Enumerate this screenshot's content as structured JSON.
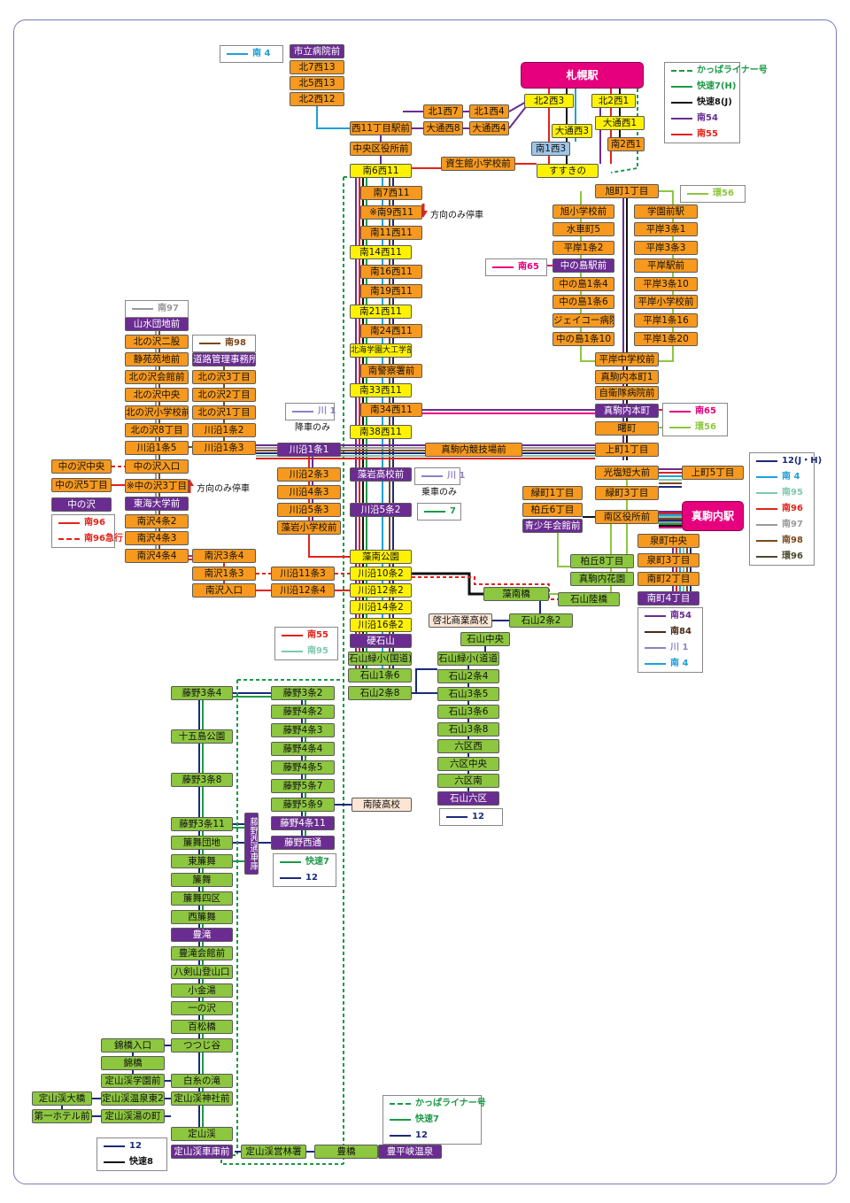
{
  "hub_sapporo": "札幌駅",
  "hub_makomanai": "真駒内駅",
  "notes": {
    "n9": "方向のみ停車",
    "kawazoi": "降車のみ",
    "joryo": "乗車のみ",
    "kitanozawa": "方向のみ停車"
  },
  "colors": {
    "orange": "#f6991e",
    "yellow": "#fff200",
    "green": "#8dc63f",
    "purple": "#6a2c91",
    "pink": "#e6007e"
  },
  "stations": [
    {
      "t": "市立病院前",
      "c": "p"
    },
    {
      "t": "北7西13",
      "c": "o"
    },
    {
      "t": "北5西13",
      "c": "o"
    },
    {
      "t": "北2西12",
      "c": "o"
    },
    {
      "t": "北1西7",
      "c": "o"
    },
    {
      "t": "北1西4",
      "c": "o"
    },
    {
      "t": "大通西8",
      "c": "o"
    },
    {
      "t": "大通西4",
      "c": "o"
    },
    {
      "t": "西11丁目駅前",
      "c": "o"
    },
    {
      "t": "中央区役所前",
      "c": "o"
    },
    {
      "t": "北2西3",
      "c": "y"
    },
    {
      "t": "北2西1",
      "c": "y"
    },
    {
      "t": "大通西3",
      "c": "y"
    },
    {
      "t": "大通西1",
      "c": "y"
    },
    {
      "t": "南1西3",
      "c": "b"
    },
    {
      "t": "南2西1",
      "c": "o"
    },
    {
      "t": "南6西11",
      "c": "y"
    },
    {
      "t": "資生館小学校前",
      "c": "o"
    },
    {
      "t": "すすきの",
      "c": "y"
    },
    {
      "t": "南7西11",
      "c": "o"
    },
    {
      "t": "※南9西11",
      "c": "o"
    },
    {
      "t": "南11西11",
      "c": "o"
    },
    {
      "t": "南14西11",
      "c": "y"
    },
    {
      "t": "南16西11",
      "c": "o"
    },
    {
      "t": "南19西11",
      "c": "o"
    },
    {
      "t": "南21西11",
      "c": "y"
    },
    {
      "t": "南24西11",
      "c": "o"
    },
    {
      "t": "北海学園大工学部前",
      "c": "y"
    },
    {
      "t": "南警察署前",
      "c": "o"
    },
    {
      "t": "南33西11",
      "c": "y"
    },
    {
      "t": "南34西11",
      "c": "o"
    },
    {
      "t": "南38西11",
      "c": "y"
    },
    {
      "t": "旭町1丁目",
      "c": "o"
    },
    {
      "t": "旭小学校前",
      "c": "o"
    },
    {
      "t": "学園前駅",
      "c": "o"
    },
    {
      "t": "水車町5",
      "c": "o"
    },
    {
      "t": "平岸3条1",
      "c": "o"
    },
    {
      "t": "平岸1条2",
      "c": "o"
    },
    {
      "t": "平岸3条3",
      "c": "o"
    },
    {
      "t": "中の島駅前",
      "c": "p"
    },
    {
      "t": "平岸駅前",
      "c": "o"
    },
    {
      "t": "中の島1条4",
      "c": "o"
    },
    {
      "t": "平岸3条10",
      "c": "o"
    },
    {
      "t": "中の島1条6",
      "c": "o"
    },
    {
      "t": "平岸小学校前",
      "c": "o"
    },
    {
      "t": "ジェイコー病院前",
      "c": "o"
    },
    {
      "t": "平岸1条16",
      "c": "o"
    },
    {
      "t": "中の島1条10",
      "c": "o"
    },
    {
      "t": "平岸1条20",
      "c": "o"
    },
    {
      "t": "平岸中学校前",
      "c": "o"
    },
    {
      "t": "真駒内本町1",
      "c": "o"
    },
    {
      "t": "自衛隊病院前",
      "c": "o"
    },
    {
      "t": "真駒内本町",
      "c": "p"
    },
    {
      "t": "曙町",
      "c": "o"
    },
    {
      "t": "上町1丁目",
      "c": "o"
    },
    {
      "t": "光塩短大前",
      "c": "o"
    },
    {
      "t": "上町5丁目",
      "c": "o"
    },
    {
      "t": "緑町1丁目",
      "c": "o"
    },
    {
      "t": "緑町3丁目",
      "c": "o"
    },
    {
      "t": "柏丘6丁目",
      "c": "o"
    },
    {
      "t": "青少年会館前",
      "c": "p"
    },
    {
      "t": "南区役所前",
      "c": "o"
    },
    {
      "t": "泉町中央",
      "c": "o"
    },
    {
      "t": "泉町3丁目",
      "c": "o"
    },
    {
      "t": "柏丘8丁目",
      "c": "g"
    },
    {
      "t": "真駒内花園",
      "c": "g"
    },
    {
      "t": "南町2丁目",
      "c": "o"
    },
    {
      "t": "南町4丁目",
      "c": "p"
    },
    {
      "t": "山水団地前",
      "c": "p"
    },
    {
      "t": "北の沢二股",
      "c": "o"
    },
    {
      "t": "静苑苑地前",
      "c": "o"
    },
    {
      "t": "道路管理事務所",
      "c": "p"
    },
    {
      "t": "北の沢会館前",
      "c": "o"
    },
    {
      "t": "北の沢3丁目",
      "c": "o"
    },
    {
      "t": "北の沢中央",
      "c": "o"
    },
    {
      "t": "北の沢2丁目",
      "c": "o"
    },
    {
      "t": "北の沢小学校前",
      "c": "o"
    },
    {
      "t": "北の沢1丁目",
      "c": "o"
    },
    {
      "t": "北の沢8丁目",
      "c": "o"
    },
    {
      "t": "川沿1条2",
      "c": "o"
    },
    {
      "t": "川沿1条5",
      "c": "o"
    },
    {
      "t": "川沿1条3",
      "c": "o"
    },
    {
      "t": "川沿1条1",
      "c": "p"
    },
    {
      "t": "中の沢中央",
      "c": "o"
    },
    {
      "t": "中の沢入口",
      "c": "o"
    },
    {
      "t": "中の沢5丁目",
      "c": "o"
    },
    {
      "t": "※中の沢3丁目",
      "c": "o"
    },
    {
      "t": "中の沢",
      "c": "p"
    },
    {
      "t": "東海大学前",
      "c": "p"
    },
    {
      "t": "南沢4条2",
      "c": "o"
    },
    {
      "t": "南沢4条3",
      "c": "o"
    },
    {
      "t": "南沢4条4",
      "c": "o"
    },
    {
      "t": "南沢3条4",
      "c": "o"
    },
    {
      "t": "南沢1条3",
      "c": "o"
    },
    {
      "t": "南沢入口",
      "c": "o"
    },
    {
      "t": "川沿11条3",
      "c": "o"
    },
    {
      "t": "川沿12条4",
      "c": "o"
    },
    {
      "t": "川沿2条3",
      "c": "o"
    },
    {
      "t": "川沿4条3",
      "c": "o"
    },
    {
      "t": "川沿5条3",
      "c": "o"
    },
    {
      "t": "藻岩小学校前",
      "c": "o"
    },
    {
      "t": "藻岩高校前",
      "c": "p"
    },
    {
      "t": "川沿5条2",
      "c": "p"
    },
    {
      "t": "真駒内競技場前",
      "c": "o"
    },
    {
      "t": "藻南公園",
      "c": "y"
    },
    {
      "t": "川沿10条2",
      "c": "y"
    },
    {
      "t": "川沿12条2",
      "c": "y"
    },
    {
      "t": "川沿14条2",
      "c": "y"
    },
    {
      "t": "川沿16条2",
      "c": "y"
    },
    {
      "t": "硬石山",
      "c": "p"
    },
    {
      "t": "藻南橋",
      "c": "g"
    },
    {
      "t": "石山陸橋",
      "c": "g"
    },
    {
      "t": "啓北商業高校",
      "c": "k"
    },
    {
      "t": "石山2条2",
      "c": "g"
    },
    {
      "t": "石山中央",
      "c": "g"
    },
    {
      "t": "石山緑小(国道)",
      "c": "g"
    },
    {
      "t": "石山緑小(道道)",
      "c": "g"
    },
    {
      "t": "石山1条6",
      "c": "g"
    },
    {
      "t": "石山2条4",
      "c": "g"
    },
    {
      "t": "石山2条8",
      "c": "g"
    },
    {
      "t": "石山3条5",
      "c": "g"
    },
    {
      "t": "石山3条6",
      "c": "g"
    },
    {
      "t": "石山3条8",
      "c": "g"
    },
    {
      "t": "六区西",
      "c": "g"
    },
    {
      "t": "六区中央",
      "c": "g"
    },
    {
      "t": "六区南",
      "c": "g"
    },
    {
      "t": "石山六区",
      "c": "p"
    },
    {
      "t": "藤野3条4",
      "c": "g"
    },
    {
      "t": "藤野3条2",
      "c": "g"
    },
    {
      "t": "藤野4条2",
      "c": "g"
    },
    {
      "t": "十五島公園",
      "c": "g"
    },
    {
      "t": "藤野4条3",
      "c": "g"
    },
    {
      "t": "藤野4条4",
      "c": "g"
    },
    {
      "t": "藤野4条5",
      "c": "g"
    },
    {
      "t": "藤野3条8",
      "c": "g"
    },
    {
      "t": "藤野5条7",
      "c": "g"
    },
    {
      "t": "藤野5条9",
      "c": "g"
    },
    {
      "t": "南陵高校",
      "c": "k"
    },
    {
      "t": "藤野3条11",
      "c": "g"
    },
    {
      "t": "藤野4条11",
      "c": "p"
    },
    {
      "t": "簾舞団地",
      "c": "g"
    },
    {
      "t": "藤野西通",
      "c": "p"
    },
    {
      "t": "東簾舞",
      "c": "g"
    },
    {
      "t": "簾舞",
      "c": "g"
    },
    {
      "t": "簾舞四区",
      "c": "g"
    },
    {
      "t": "西簾舞",
      "c": "g"
    },
    {
      "t": "豊滝",
      "c": "p"
    },
    {
      "t": "豊滝会館前",
      "c": "g"
    },
    {
      "t": "八剣山登山口",
      "c": "g"
    },
    {
      "t": "小金湯",
      "c": "g"
    },
    {
      "t": "一の沢",
      "c": "g"
    },
    {
      "t": "百松橋",
      "c": "g"
    },
    {
      "t": "錦橋入口",
      "c": "g"
    },
    {
      "t": "つつじ谷",
      "c": "g"
    },
    {
      "t": "錦橋",
      "c": "g"
    },
    {
      "t": "定山渓学園前",
      "c": "g"
    },
    {
      "t": "白糸の滝",
      "c": "g"
    },
    {
      "t": "定山渓大橋",
      "c": "g"
    },
    {
      "t": "定山渓温泉東2",
      "c": "g"
    },
    {
      "t": "定山渓神社前",
      "c": "g"
    },
    {
      "t": "第一ホテル前",
      "c": "g"
    },
    {
      "t": "定山渓湯の町",
      "c": "g"
    },
    {
      "t": "定山渓",
      "c": "g"
    },
    {
      "t": "定山渓車庫前",
      "c": "p"
    },
    {
      "t": "定山渓営林署",
      "c": "g"
    },
    {
      "t": "豊橋",
      "c": "g"
    },
    {
      "t": "豊平峡温泉",
      "c": "p"
    }
  ],
  "depot_label": "藤野西通車庫",
  "legends": [
    {
      "items": [
        {
          "name": "南 4",
          "color": "#1ea0dc",
          "dash": false
        }
      ]
    },
    {
      "items": [
        {
          "name": "かっぱライナー号",
          "color": "#1a9a46",
          "dash": true
        },
        {
          "name": "快速7(H)",
          "color": "#1a9a46",
          "dash": false
        },
        {
          "name": "快速8(J)",
          "color": "#111111",
          "dash": false
        },
        {
          "name": "南54",
          "color": "#6a2c91",
          "dash": false
        },
        {
          "name": "南55",
          "color": "#e2231a",
          "dash": false
        }
      ]
    },
    {
      "items": [
        {
          "name": "環56",
          "color": "#8dc63f",
          "dash": false
        }
      ]
    },
    {
      "items": [
        {
          "name": "南65",
          "color": "#e6007e",
          "dash": false
        }
      ]
    },
    {
      "items": [
        {
          "name": "南97",
          "color": "#999999",
          "dash": false
        }
      ]
    },
    {
      "items": [
        {
          "name": "南98",
          "color": "#7a4a1e",
          "dash": false
        }
      ]
    },
    {
      "items": [
        {
          "name": "川 1",
          "color": "#8f7fc8",
          "dash": false
        }
      ]
    },
    {
      "items": [
        {
          "name": "川 1",
          "color": "#8f7fc8",
          "dash": false
        }
      ]
    },
    {
      "items": [
        {
          "name": "7",
          "color": "#1a9a46",
          "dash": false
        }
      ]
    },
    {
      "items": [
        {
          "name": "南65",
          "color": "#e6007e",
          "dash": false
        },
        {
          "name": "環56",
          "color": "#8dc63f",
          "dash": false
        }
      ]
    },
    {
      "items": [
        {
          "name": "12(J・H)",
          "color": "#1b2a7a",
          "dash": false
        },
        {
          "name": "南 4",
          "color": "#1ea0dc",
          "dash": false
        },
        {
          "name": "南95",
          "color": "#7fc8b0",
          "dash": false
        },
        {
          "name": "南96",
          "color": "#e2231a",
          "dash": false
        },
        {
          "name": "南97",
          "color": "#999999",
          "dash": false
        },
        {
          "name": "南98",
          "color": "#7a4a1e",
          "dash": false
        },
        {
          "name": "環96",
          "color": "#4a4a2a",
          "dash": false
        }
      ]
    },
    {
      "items": [
        {
          "name": "南96",
          "color": "#e2231a",
          "dash": false
        },
        {
          "name": "南96急行",
          "color": "#e2231a",
          "dash": true
        }
      ]
    },
    {
      "items": [
        {
          "name": "南55",
          "color": "#e2231a",
          "dash": false
        },
        {
          "name": "南95",
          "color": "#7fc8b0",
          "dash": false
        }
      ]
    },
    {
      "items": [
        {
          "name": "南54",
          "color": "#6a2c91",
          "dash": false
        },
        {
          "name": "南84",
          "color": "#4a2a1a",
          "dash": false
        },
        {
          "name": "川 1",
          "color": "#8f7fc8",
          "dash": false
        },
        {
          "name": "南 4",
          "color": "#1ea0dc",
          "dash": false
        }
      ]
    },
    {
      "items": [
        {
          "name": "12",
          "color": "#1b2a7a",
          "dash": false
        }
      ]
    },
    {
      "items": [
        {
          "name": "快速7",
          "color": "#1a9a46",
          "dash": false
        },
        {
          "name": "12",
          "color": "#1b2a7a",
          "dash": false
        }
      ]
    },
    {
      "items": [
        {
          "name": "かっぱライナー号",
          "color": "#1a9a46",
          "dash": true
        },
        {
          "name": "快速7",
          "color": "#1a9a46",
          "dash": false
        },
        {
          "name": "12",
          "color": "#1b2a7a",
          "dash": false
        }
      ]
    },
    {
      "items": [
        {
          "name": "12",
          "color": "#1b2a7a",
          "dash": false
        },
        {
          "name": "快速8",
          "color": "#111111",
          "dash": false
        }
      ]
    }
  ]
}
